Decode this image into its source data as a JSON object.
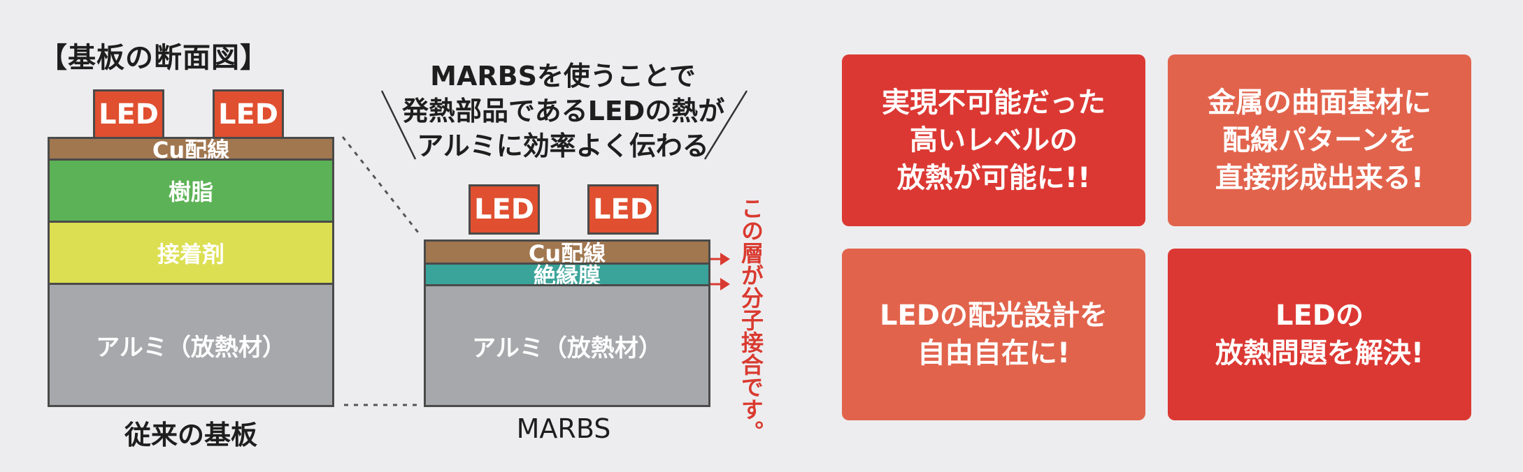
{
  "heading": "【基板の断面図】",
  "led_label": "LED",
  "conventional": {
    "caption": "従来の基板",
    "layers": {
      "cu": "Cu配線",
      "resin": "樹脂",
      "adhesive": "接着剤",
      "aluminum": "アルミ（放熱材）"
    }
  },
  "marbs": {
    "caption": "MARBS",
    "layers": {
      "cu": "Cu配線",
      "insulation": "絶縁膜",
      "aluminum": "アルミ（放熱材）"
    }
  },
  "callout": {
    "lines": [
      "MARBSを使うことで",
      "発熱部品であるLEDの熱が",
      "アルミに効率よく伝わる"
    ]
  },
  "molecular_note": "この層が分子接合です。",
  "cards": [
    {
      "lines": [
        "実現不可能だった",
        "高いレベルの",
        "放熱が可能に!!"
      ],
      "color": "#dc3833"
    },
    {
      "lines": [
        "金属の曲面基材に",
        "配線パターンを",
        "直接形成出来る!"
      ],
      "color": "#e2634c"
    },
    {
      "lines": [
        "LEDの配光設計を",
        "自由自在に!"
      ],
      "color": "#e2634c"
    },
    {
      "lines": [
        "LEDの",
        "放熱問題を解決!"
      ],
      "color": "#dc3833"
    }
  ],
  "colors": {
    "led": "#e04f2f",
    "cu": "#a17750",
    "resin": "#5cb256",
    "adhesive": "#dcdf52",
    "aluminum": "#a7a8ab",
    "insulation": "#3aa39a",
    "accent_red": "#d93a30"
  }
}
